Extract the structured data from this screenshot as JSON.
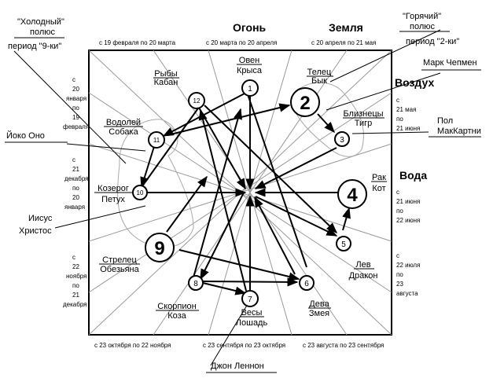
{
  "elements": {
    "ogon": "Огонь",
    "zemlya": "Земля",
    "vozduh": "Воздух",
    "voda": "Вода"
  },
  "poles": {
    "cold_line1": "\"Холодный\"",
    "cold_line2": "полюс",
    "cold_period": "период \"9-ки\"",
    "hot_line1": "\"Горячий\"",
    "hot_line2": "полюс",
    "hot_period": "период \"2-ки\""
  },
  "people": {
    "chapman": "Марк Чепмен",
    "paul_1": "Пол",
    "paul_2": "МакКартни",
    "yoko": "Йоко Оно",
    "jesus_1": "Иисус",
    "jesus_2": "Христос",
    "lennon": "Джон Леннон"
  },
  "dates": {
    "top_left": "с 19 февраля по 20 марта",
    "top_mid": "с 20 марта по 20 апреля",
    "top_right": "с 20 апреля по 21 мая",
    "bottom_left": "с 23 октября по 22 ноября",
    "bottom_mid": "с 23 сентября по 23 октября",
    "bottom_right": "с 23 августа по 23 сентября",
    "left_upper": [
      "с",
      "20",
      "января",
      "по",
      "19",
      "февраля"
    ],
    "left_lower": [
      "с",
      "21",
      "декабря",
      "по",
      "20",
      "января"
    ],
    "left_bottom": [
      "с",
      "22",
      "ноября",
      "по",
      "21",
      "декабря"
    ],
    "right_upper": [
      "с",
      "21 мая",
      "по",
      "21 июня"
    ],
    "right_mid": [
      "с",
      "21 июня",
      "по",
      "22 июня"
    ],
    "right_lower": [
      "с",
      "22 июля",
      "по",
      "23",
      "августа"
    ]
  },
  "signs": {
    "ryby": [
      "Рыбы",
      "Кабан"
    ],
    "oven": [
      "Овен",
      "Крыса"
    ],
    "telec": [
      "Телец",
      "Бык"
    ],
    "bliznecy": [
      "Близнецы",
      "Тигр"
    ],
    "rak": [
      "Рак",
      "Кот"
    ],
    "lev": [
      "Лев",
      "Дракон"
    ],
    "deva": [
      "Дева",
      "Змея"
    ],
    "vesy": [
      "Весы",
      "Лошадь"
    ],
    "skorpion": [
      "Скорпион",
      "Коза"
    ],
    "strelec": [
      "Стрелец",
      "Обезьяна"
    ],
    "kozerog": [
      "Козерог",
      "Петух"
    ],
    "vodoley": [
      "Водолей",
      "Собака"
    ]
  },
  "nodes": [
    {
      "id": 1,
      "label": "1"
    },
    {
      "id": 2,
      "label": "2"
    },
    {
      "id": 3,
      "label": "3"
    },
    {
      "id": 4,
      "label": "4"
    },
    {
      "id": 5,
      "label": "5"
    },
    {
      "id": 6,
      "label": "6"
    },
    {
      "id": 7,
      "label": "7"
    },
    {
      "id": 8,
      "label": "8"
    },
    {
      "id": 9,
      "label": "9"
    },
    {
      "id": 10,
      "label": "10"
    },
    {
      "id": 11,
      "label": "11"
    },
    {
      "id": 12,
      "label": "12"
    }
  ]
}
